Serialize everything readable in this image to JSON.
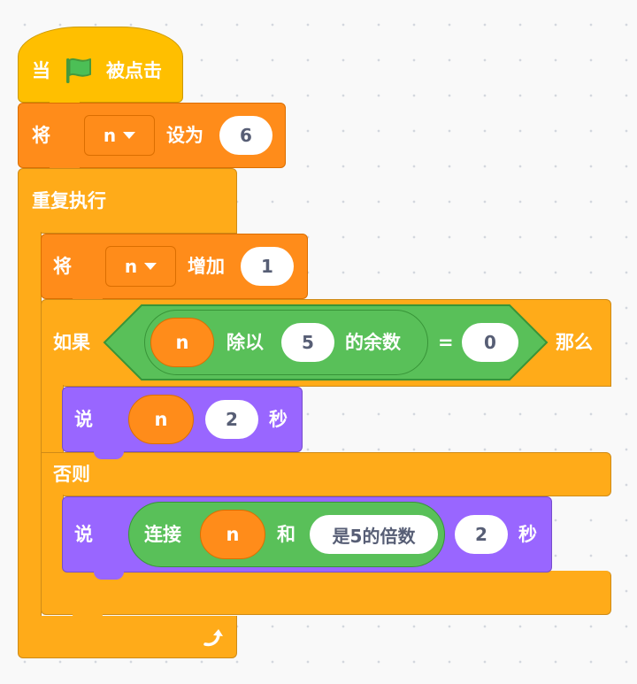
{
  "script": {
    "hat": {
      "before": "当",
      "flag_icon": "green-flag-icon",
      "after": "被点击"
    },
    "set_var": {
      "prefix": "将",
      "variable": "n",
      "to_label": "设为",
      "value": "6"
    },
    "forever": {
      "label": "重复执行",
      "loop_icon": "rotate-arrow-icon"
    },
    "change_var": {
      "prefix": "将",
      "variable": "n",
      "by_label": "增加",
      "value": "1"
    },
    "if_else": {
      "if_label": "如果",
      "then_label": "那么",
      "else_label": "否则",
      "condition": {
        "mod": {
          "left": "n",
          "op": "除以",
          "right": "5",
          "suffix": "的余数"
        },
        "equals": "=",
        "value": "0"
      }
    },
    "say1": {
      "label": "说",
      "message": "n",
      "secs": "2",
      "unit": "秒"
    },
    "say2": {
      "label": "说",
      "join": {
        "label": "连接",
        "left": "n",
        "and_label": "和",
        "right": "是5的倍数"
      },
      "secs": "2",
      "unit": "秒"
    }
  },
  "colors": {
    "events": "#ffbf00",
    "control": "#ffab19",
    "variables": "#ff8c1a",
    "looks": "#9966ff",
    "operators": "#59c059"
  }
}
